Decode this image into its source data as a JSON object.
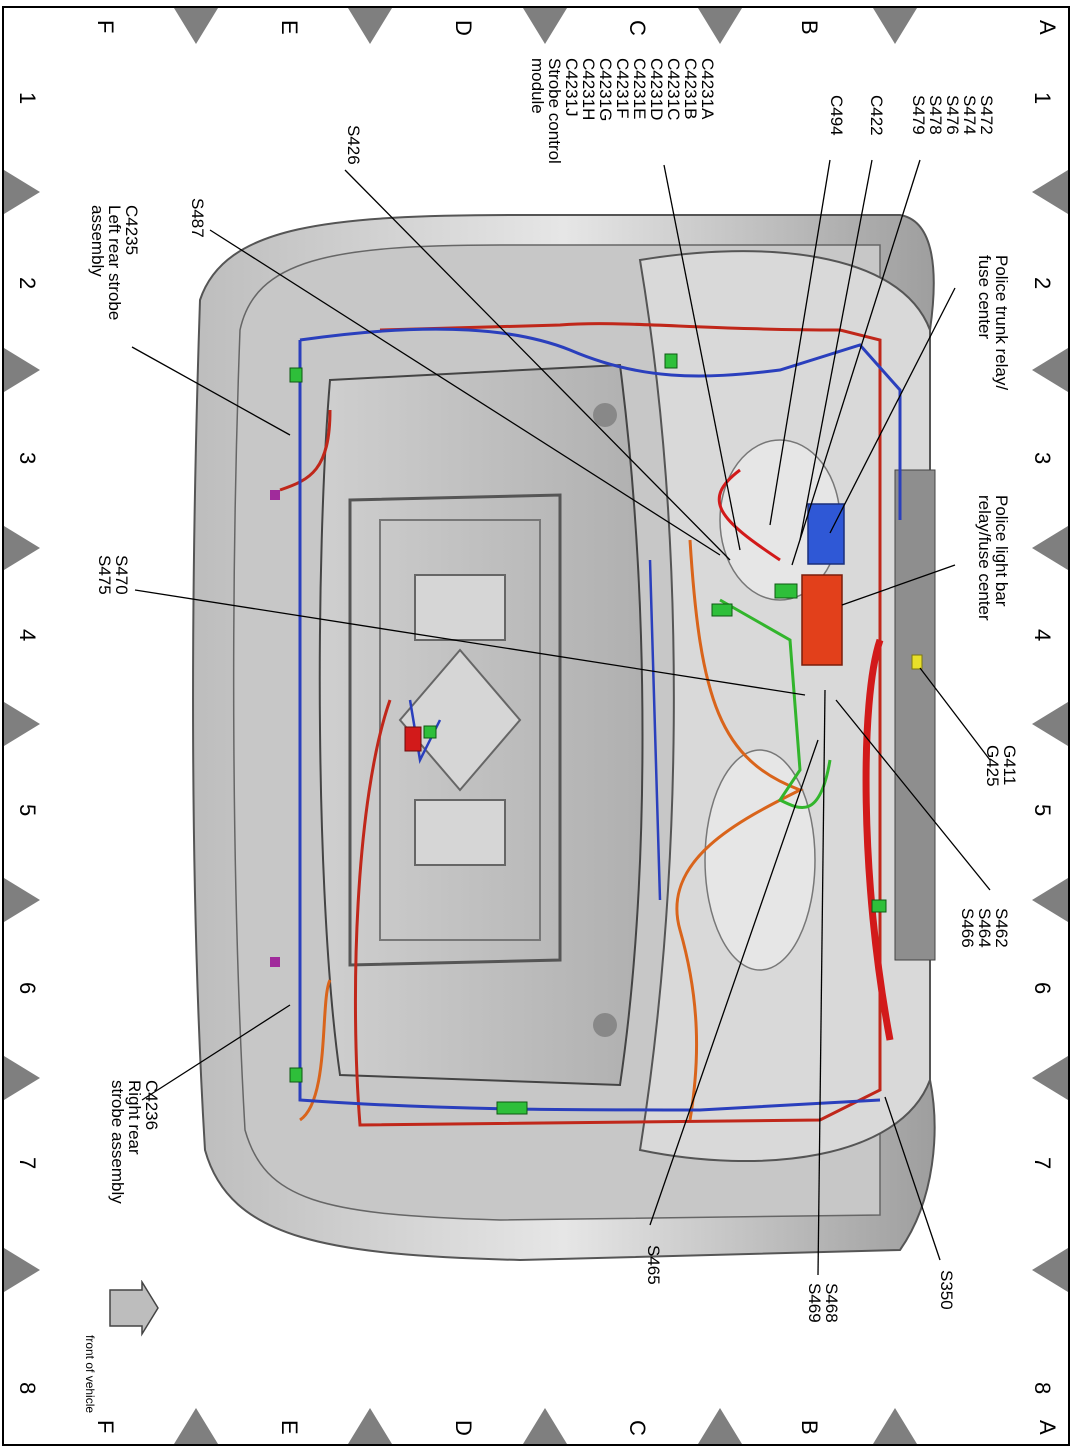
{
  "grid": {
    "rows": [
      "A",
      "B",
      "C",
      "D",
      "E",
      "F"
    ],
    "cols": [
      "1",
      "2",
      "3",
      "4",
      "5",
      "6",
      "7",
      "8"
    ]
  },
  "labels": {
    "s472_group": [
      "S472",
      "S474",
      "S476",
      "S478",
      "S479"
    ],
    "c494": "C494",
    "c422": "C422",
    "c4231_group": [
      "C4231A",
      "C4231B",
      "C4231C",
      "C4231D",
      "C4231E",
      "C4231F",
      "C4231G",
      "C4231H",
      "C4231J",
      "Strobe control",
      "module"
    ],
    "s426": "S426",
    "s487": "S487",
    "c4235_group": [
      "C4235",
      "Left rear strobe",
      "assembly"
    ],
    "police_trunk": [
      "Police trunk relay/",
      "fuse center"
    ],
    "police_light": [
      "Police light bar",
      "relay/fuse center"
    ],
    "s470_group": [
      "S470",
      "S475"
    ],
    "g411_group": [
      "G411",
      "G425"
    ],
    "s462_group": [
      "S462",
      "S464",
      "S466"
    ],
    "c4236_group": [
      "C4236",
      "Right rear",
      "strobe assembly"
    ],
    "s465": "S465",
    "s468_group": [
      "S468",
      "S469"
    ],
    "s350": "S350",
    "front_of_vehicle": "front of vehicle"
  }
}
